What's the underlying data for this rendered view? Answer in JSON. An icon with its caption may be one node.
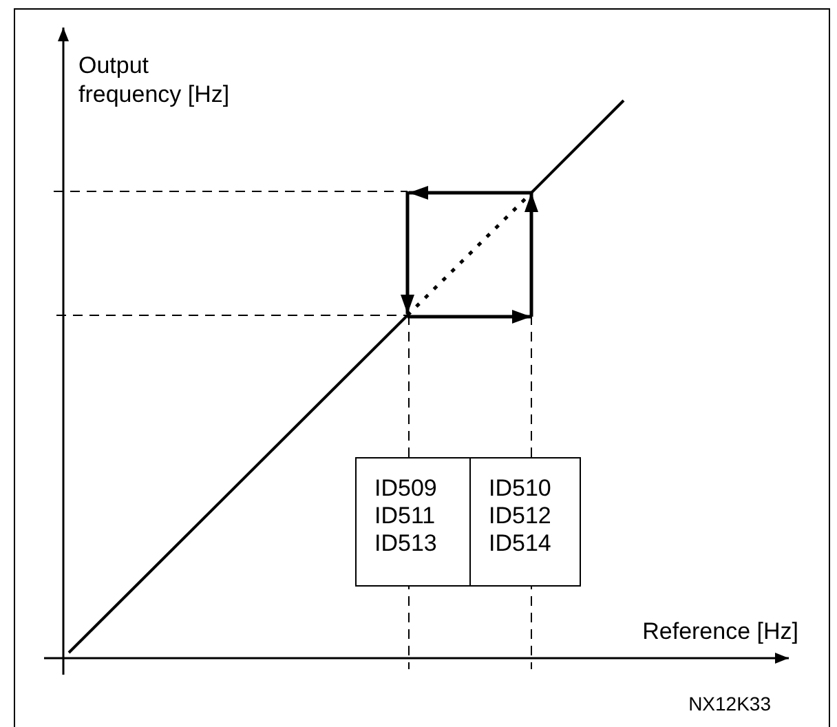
{
  "diagram": {
    "nodes": [
      {
        "text": [
          "ID509 ID511 ID513"
        ]
      },
      {
        "text": [
          "ID510 ID512 ID514"
        ]
      }
    ],
    "labels": [
      "Output frequency [Hz]",
      "Reference [Hz]",
      "NX12K33"
    ]
  }
}
